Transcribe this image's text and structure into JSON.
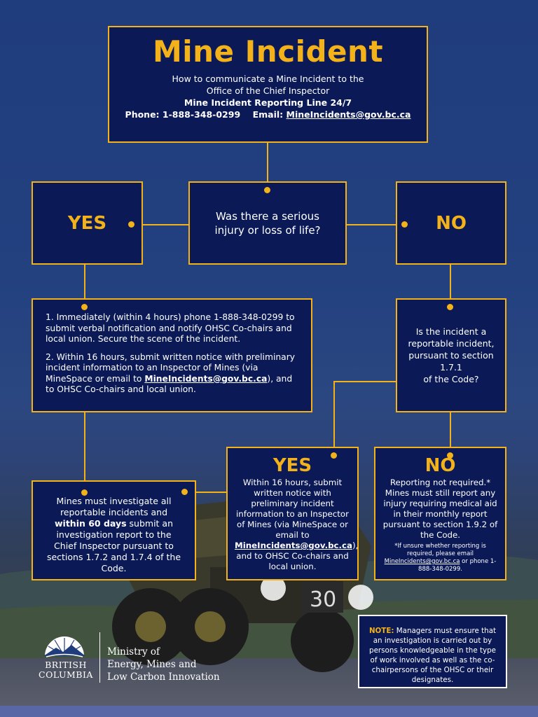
{
  "title": {
    "heading": "Mine Incident",
    "subtitle_line1": "How to communicate a Mine Incident to the",
    "subtitle_line2": "Office of the Chief Inspector",
    "reporting_line": "Mine Incident Reporting Line 24/7",
    "phone": "Phone: 1-888-348-0299",
    "email_label": "Email:",
    "email": "MineIncidents@gov.bc.ca"
  },
  "question": {
    "text": "Was there a serious injury or loss of life?",
    "yes": "YES",
    "no": "NO"
  },
  "yes_branch": {
    "step1": "1. Immediately (within 4 hours) phone 1-888-348-0299 to submit verbal notification and notify OHSC Co-chairs and local union. Secure the scene of the incident.",
    "step2_before": "2. Within 16 hours, submit written notice with preliminary incident information to an Inspector of Mines (via MineSpace or email to ",
    "step2_email": "MineIncidents@gov.bc.ca",
    "step2_after": "), and to OHSC Co-chairs and local union.",
    "investigate_before": "Mines must investigate all reportable incidents and ",
    "investigate_bold": "within 60 days",
    "investigate_after": " submit an investigation report to the Chief Inspector pursuant to sections 1.7.2 and  1.7.4 of the Code."
  },
  "no_branch": {
    "reportable_line1": "Is the incident a",
    "reportable_line2": "reportable incident,",
    "reportable_line3": "pursuant to section",
    "reportable_line4": "1.7.1",
    "reportable_line5": "of the Code?",
    "yes_word": "YES",
    "yes_before": "Within 16 hours, submit written notice with preliminary incident information to an Inspector of Mines (via MineSpace or email to ",
    "yes_email": "MineIncidents@gov.bc.ca",
    "yes_after": "), and to OHSC Co-chairs and local union.",
    "no_word": "NO",
    "no_text": "Reporting not required.* Mines must still report any injury requiring medical aid in their monthly report pursuant to section 1.9.2 of the Code.",
    "no_small_before": "*If unsure whether reporting is required, please email ",
    "no_small_email": "MineIncidents@gov.bc.ca",
    "no_small_after": " or phone 1-888-348-0299."
  },
  "note": {
    "label": "NOTE:",
    "text": " Managers must ensure that an investigation is carried out by persons knowledgeable in the type of work involved as well as the co-chairpersons of the OHSC or their designates."
  },
  "logo": {
    "line1": "BRITISH",
    "line2": "COLUMBIA"
  },
  "ministry": {
    "line1": "Ministry of",
    "line2": "Energy, Mines and",
    "line3": "Low Carbon Innovation"
  },
  "truck_number": "30",
  "colors": {
    "accent": "#f3b21a",
    "box_fill": "#0b1a57",
    "background": "#23407f"
  }
}
